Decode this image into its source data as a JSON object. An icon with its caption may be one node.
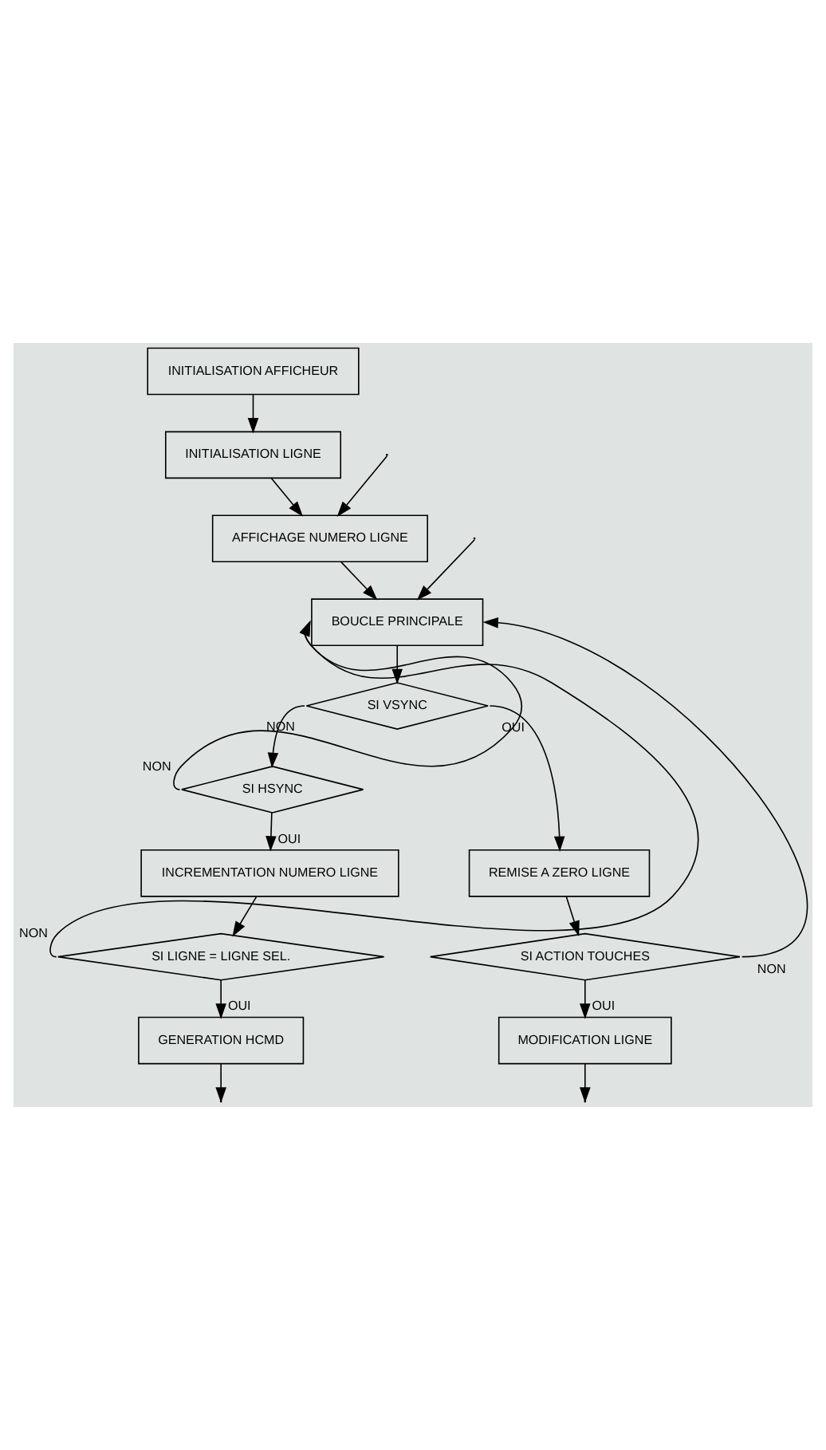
{
  "diagram": {
    "nodes": [
      {
        "text": [
          "INITIALISATION AFFICHEUR"
        ]
      },
      {
        "text": [
          "INITIALISATION LIGNE"
        ]
      },
      {
        "text": [
          "AFFICHAGE NUMERO LIGNE"
        ]
      },
      {
        "text": [
          "BOUCLE PRINCIPALE"
        ]
      },
      {
        "text": [
          "SI VSYNC"
        ]
      },
      {
        "text": [
          "SI HSYNC"
        ]
      },
      {
        "text": [
          "INCREMENTATION NUMERO LIGNE"
        ]
      },
      {
        "text": [
          "SI LIGNE = LIGNE SEL."
        ]
      },
      {
        "text": [
          "GENERATION HCMD"
        ]
      },
      {
        "text": [
          "REMISE A ZERO LIGNE"
        ]
      },
      {
        "text": [
          "SI ACTION TOUCHES"
        ]
      },
      {
        "text": [
          "MODIFICATION LIGNE"
        ]
      }
    ],
    "edges": [
      {
        "from": 0,
        "to": 1,
        "arrow": "to"
      },
      {
        "from": 1,
        "to": 2,
        "arrow": "to"
      },
      {
        "from": null,
        "to": 2,
        "arrow": "to"
      },
      {
        "from": 2,
        "to": 3,
        "arrow": "to"
      },
      {
        "from": 3,
        "to": 4,
        "arrow": "to"
      },
      {
        "from": 4,
        "to": 5,
        "arrow": "to",
        "label": "NON"
      },
      {
        "from": 4,
        "to": 9,
        "arrow": "to",
        "label": "OUI"
      },
      {
        "from": 5,
        "to": 3,
        "arrow": "to",
        "label": "NON"
      },
      {
        "from": 5,
        "to": 6,
        "arrow": "to",
        "label": "OUI"
      },
      {
        "from": 6,
        "to": 7,
        "arrow": "to"
      },
      {
        "from": 7,
        "to": 3,
        "arrow": "to",
        "label": "NON"
      },
      {
        "from": 7,
        "to": 8,
        "arrow": "to",
        "label": "OUI"
      },
      {
        "from": 8,
        "to": null,
        "arrow": "to"
      },
      {
        "from": null,
        "to": 3,
        "arrow": "to"
      },
      {
        "from": 9,
        "to": 10,
        "arrow": "to"
      },
      {
        "from": 10,
        "to": 3,
        "arrow": "to",
        "label": "NON"
      },
      {
        "from": 10,
        "to": 11,
        "arrow": "to",
        "label": "OUI"
      },
      {
        "from": 11,
        "to": null,
        "arrow": "to"
      }
    ]
  }
}
